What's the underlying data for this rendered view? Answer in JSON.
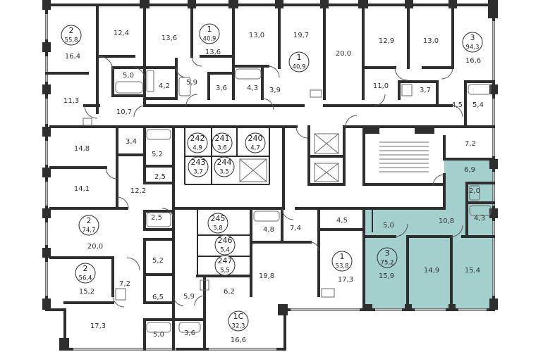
{
  "highlight_color": "#a3cfcc",
  "units": [
    {
      "id": "u-2-55",
      "label": "2",
      "total": "55,8"
    },
    {
      "id": "u-1-40a",
      "label": "1",
      "total": "40,9"
    },
    {
      "id": "u-1-40b",
      "label": "1",
      "total": "40,9"
    },
    {
      "id": "u-3-94",
      "label": "3",
      "total": "94,3"
    },
    {
      "id": "u-242",
      "label": "242",
      "total": "4,9"
    },
    {
      "id": "u-241",
      "label": "241",
      "total": "3,6"
    },
    {
      "id": "u-240",
      "label": "240",
      "total": "4,7"
    },
    {
      "id": "u-243",
      "label": "243",
      "total": "3,7"
    },
    {
      "id": "u-244",
      "label": "244",
      "total": "3,5"
    },
    {
      "id": "u-2-74",
      "label": "2",
      "total": "74,7"
    },
    {
      "id": "u-245",
      "label": "245",
      "total": "5,8"
    },
    {
      "id": "u-246",
      "label": "246",
      "total": "5,4"
    },
    {
      "id": "u-247",
      "label": "247",
      "total": "5,5"
    },
    {
      "id": "u-1-53",
      "label": "1",
      "total": "53,8"
    },
    {
      "id": "u-3-75",
      "label": "3",
      "total": "75,2"
    },
    {
      "id": "u-2-56",
      "label": "2",
      "total": "56,4"
    },
    {
      "id": "u-1c-32",
      "label": "1С",
      "total": "32,3"
    }
  ],
  "areas": [
    "16,4",
    "12,4",
    "13,6",
    "13,6",
    "13,0",
    "19,7",
    "20,0",
    "12,9",
    "13,0",
    "16,6",
    "5,0",
    "4,2",
    "5,9",
    "3,6",
    "4,3",
    "3,9",
    "11,0",
    "3,7",
    "4,5",
    "5,4",
    "11,3",
    "10,7",
    "14,8",
    "3,4",
    "5,2",
    "2,5",
    "7,2",
    "6,9",
    "14,1",
    "12,2",
    "2,0",
    "2,5",
    "5,0",
    "10,8",
    "4,3",
    "20,0",
    "4,8",
    "7,4",
    "4,5",
    "5,2",
    "19,8",
    "17,3",
    "15,9",
    "14,9",
    "15,4",
    "15,2",
    "7,2",
    "6,5",
    "5,9",
    "6,2",
    "17,3",
    "5,0",
    "3,6",
    "16,6"
  ]
}
